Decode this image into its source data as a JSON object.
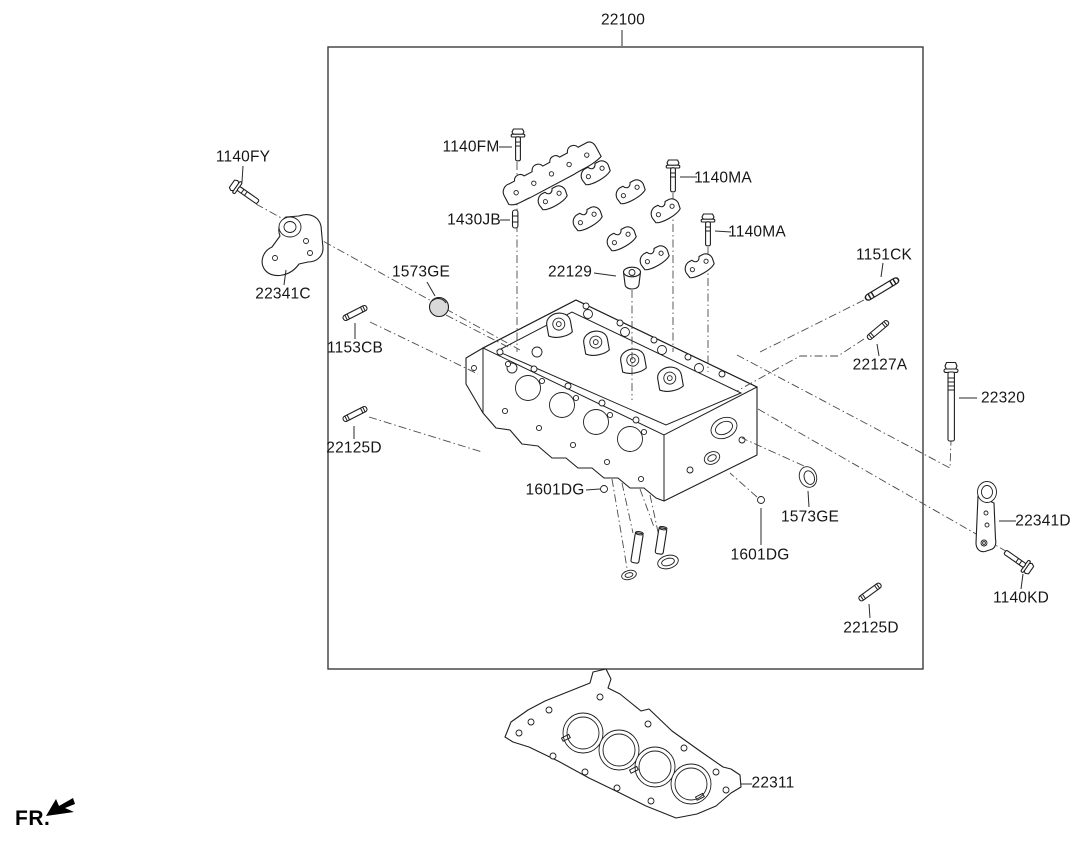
{
  "diagram": {
    "assembly_label": "22100",
    "fr_indicator": "FR.",
    "labels": {
      "l22100": "22100",
      "l1140FY": "1140FY",
      "l22341C": "22341C",
      "l1140FM": "1140FM",
      "l1430JB": "1430JB",
      "l1573GE_1": "1573GE",
      "l1153CB": "1153CB",
      "l22129": "22129",
      "l1140MA_1": "1140MA",
      "l1140MA_2": "1140MA",
      "l1151CK": "1151CK",
      "l22127A": "22127A",
      "l22320": "22320",
      "l22341D": "22341D",
      "l1140KD": "1140KD",
      "l1601DG_1": "1601DG",
      "l1601DG_2": "1601DG",
      "l1573GE_2": "1573GE",
      "l22125D_L": "22125D",
      "l22125D_R": "22125D",
      "l22311": "22311"
    },
    "colors": {
      "line_color": "#1f1f1f",
      "dash_color": "#4a4a4a",
      "frame_color": "#3c3c3c",
      "background": "#ffffff"
    }
  }
}
